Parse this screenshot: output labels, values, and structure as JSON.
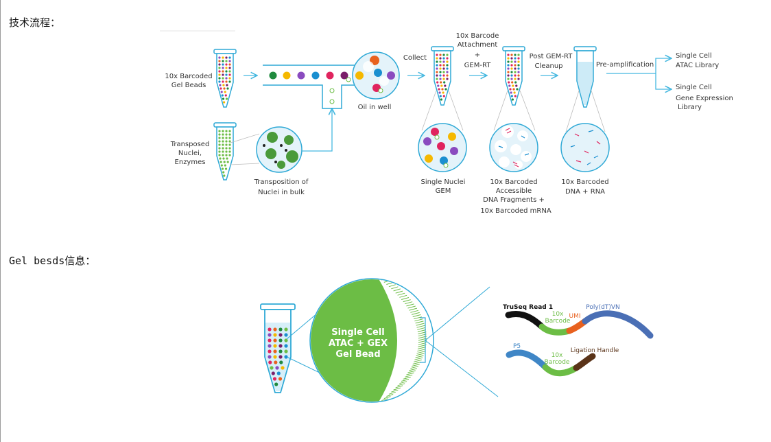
{
  "headings": {
    "workflow": "技术流程：",
    "gel_beads_info": "Gel besds信息："
  },
  "workflow": {
    "tube1_label": [
      "10x Barcoded",
      "Gel Beads"
    ],
    "tube2_label": [
      "Transposed",
      "Nuclei,",
      "Enzymes"
    ],
    "transposition_label": [
      "Transposition of",
      "Nuclei in bulk"
    ],
    "oil_label": "Oil in well",
    "collect_label": "Collect",
    "attach_label": [
      "10x Barcode",
      "Attachment",
      "+",
      "GEM-RT"
    ],
    "cleanup_label": [
      "Post GEM-RT",
      "Cleanup"
    ],
    "preamp_label": "Pre-amplification",
    "gem_label": [
      "Single Nuclei",
      "GEM"
    ],
    "fragments_label": [
      "10x Barcoded",
      "Accessible",
      "DNA  Fragments +",
      "10x Barcoded mRNA"
    ],
    "dna_rna_label": [
      "10x Barcoded",
      "DNA + RNA"
    ],
    "atac_library": [
      "Single Cell",
      "ATAC Library"
    ],
    "gex_library": [
      "Single Cell",
      "Gene Expression",
      "Library"
    ]
  },
  "gel_bead": {
    "bead_label": [
      "Single Cell",
      "ATAC + GEX",
      "Gel Bead"
    ],
    "truseq": "TruSeq Read 1",
    "barcode_top": [
      "10x",
      "Barcode"
    ],
    "umi": "UMI",
    "polydt": "Poly(dT)VN",
    "p5": "P5",
    "barcode_bottom": [
      "10x",
      "Barcode"
    ],
    "ligation": "Ligation Handle"
  },
  "colors": {
    "tube_outline": "#2fa9d6",
    "arrow": "#45b8e0",
    "bead_green": "#6cbd45",
    "black_segment": "#111111",
    "umi_orange": "#e8611f",
    "polydt_blue": "#4a6fb5",
    "p5_blue": "#3f86c6",
    "ligation_brown": "#5a3318"
  }
}
